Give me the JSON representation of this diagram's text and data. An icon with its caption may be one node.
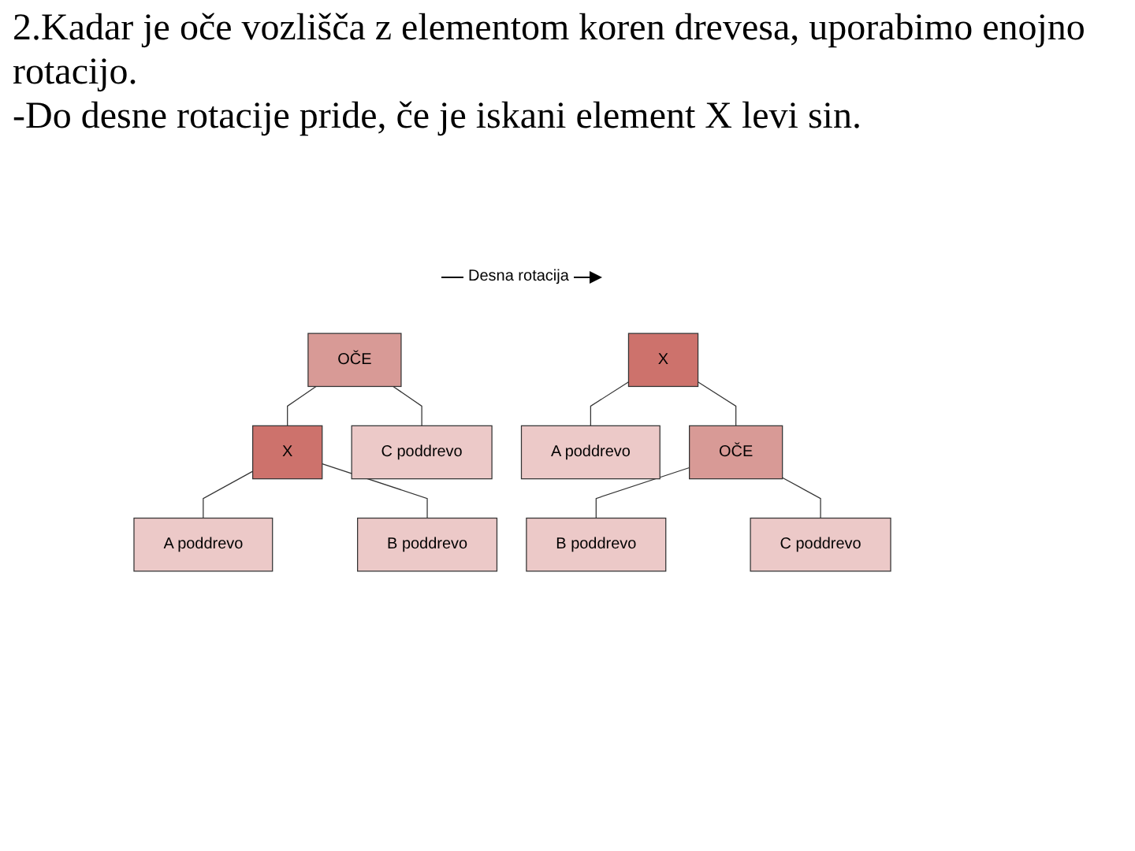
{
  "diagram": {
    "title": "2.Kadar je oče vozlišča z elementom koren drevesa, uporabimo enojno rotacijo.",
    "nodes": [
      {
        "text": [
          "OČE"
        ]
      },
      {
        "text": [
          "X"
        ]
      },
      {
        "text": [
          "C poddrevo"
        ]
      },
      {
        "text": [
          "A poddrevo"
        ]
      },
      {
        "text": [
          "B poddrevo"
        ]
      },
      {
        "text": [
          "X"
        ]
      },
      {
        "text": [
          "A poddrevo"
        ]
      },
      {
        "text": [
          "OČE"
        ]
      },
      {
        "text": [
          "B poddrevo"
        ]
      },
      {
        "text": [
          "C poddrevo"
        ]
      }
    ],
    "edges": [
      {
        "from": 0,
        "to": 1,
        "arrow": "none"
      },
      {
        "from": 0,
        "to": 2,
        "arrow": "none"
      },
      {
        "from": 1,
        "to": 3,
        "arrow": "none"
      },
      {
        "from": 1,
        "to": 4,
        "arrow": "none"
      },
      {
        "from": 5,
        "to": 6,
        "arrow": "none"
      },
      {
        "from": 5,
        "to": 7,
        "arrow": "none"
      },
      {
        "from": 7,
        "to": 8,
        "arrow": "none"
      },
      {
        "from": 7,
        "to": 9,
        "arrow": "none"
      }
    ],
    "labels": [
      "-Do desne rotacije pride, če je iskani element X levi sin.",
      "Desna rotacija"
    ]
  }
}
